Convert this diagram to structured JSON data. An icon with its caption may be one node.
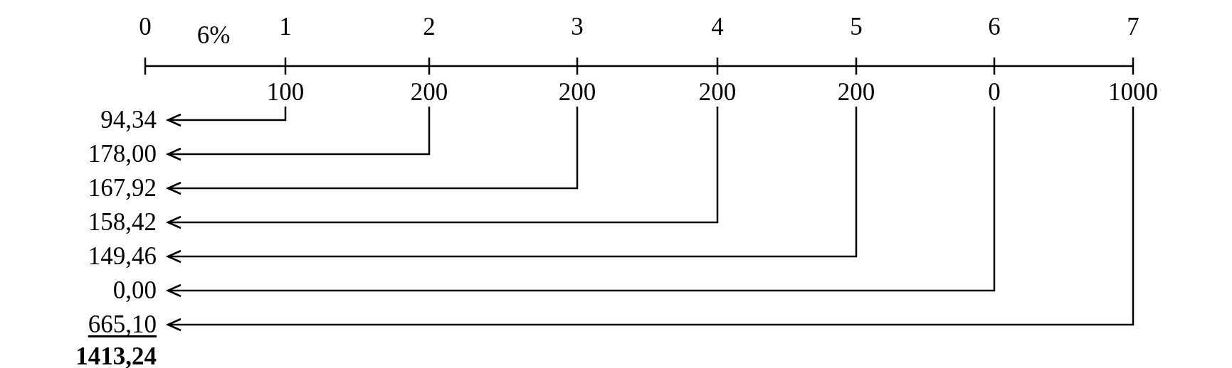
{
  "diagram": {
    "nodes": [
      {
        "text": [
          "100"
        ]
      },
      {
        "text": [
          "200"
        ]
      },
      {
        "text": [
          "200"
        ]
      },
      {
        "text": [
          "200"
        ]
      },
      {
        "text": [
          "200"
        ]
      },
      {
        "text": [
          "0"
        ]
      },
      {
        "text": [
          "1000"
        ]
      },
      {
        "text": [
          "94,34"
        ]
      },
      {
        "text": [
          "178,00"
        ]
      },
      {
        "text": [
          "167,92"
        ]
      },
      {
        "text": [
          "158,42"
        ]
      },
      {
        "text": [
          "149,46"
        ]
      },
      {
        "text": [
          "0,00"
        ]
      },
      {
        "text": [
          "665,10"
        ]
      }
    ],
    "edges": [
      {
        "from": 0,
        "to": 7,
        "arrow": "to"
      },
      {
        "from": 1,
        "to": 8,
        "arrow": "to"
      },
      {
        "from": 2,
        "to": 9,
        "arrow": "to"
      },
      {
        "from": 3,
        "to": 10,
        "arrow": "to"
      },
      {
        "from": 4,
        "to": 11,
        "arrow": "to"
      },
      {
        "from": 5,
        "to": 12,
        "arrow": "to"
      },
      {
        "from": 6,
        "to": 13,
        "arrow": "to"
      }
    ],
    "labels": [
      "0",
      "6%",
      "1",
      "2",
      "3",
      "4",
      "5",
      "6",
      "7",
      "1413,24"
    ]
  }
}
